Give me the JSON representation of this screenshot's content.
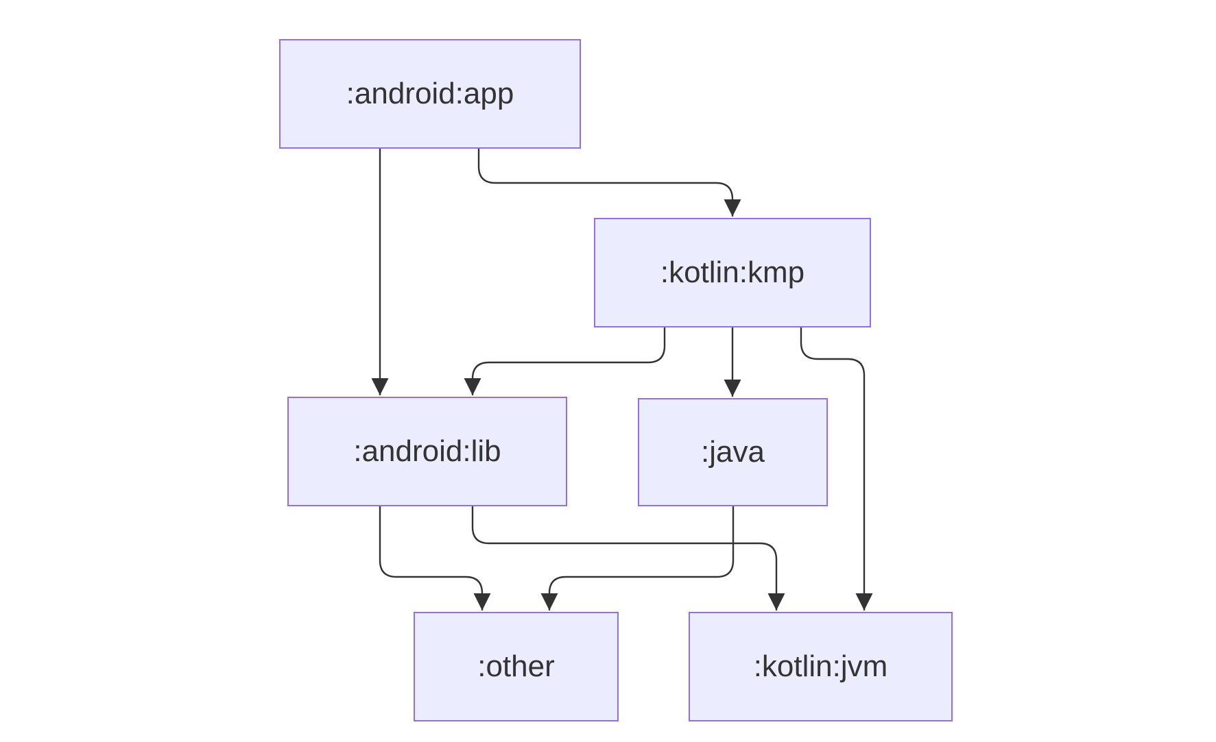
{
  "diagram": {
    "type": "flowchart",
    "direction": "top-down",
    "nodes": [
      {
        "id": "android-app",
        "label": ":android:app"
      },
      {
        "id": "kotlin-kmp",
        "label": ":kotlin:kmp"
      },
      {
        "id": "android-lib",
        "label": ":android:lib"
      },
      {
        "id": "java",
        "label": ":java"
      },
      {
        "id": "other",
        "label": ":other"
      },
      {
        "id": "kotlin-jvm",
        "label": ":kotlin:jvm"
      }
    ],
    "edges": [
      {
        "from": ":android:app",
        "to": ":android:lib"
      },
      {
        "from": ":android:app",
        "to": ":kotlin:kmp"
      },
      {
        "from": ":kotlin:kmp",
        "to": ":android:lib"
      },
      {
        "from": ":kotlin:kmp",
        "to": ":java"
      },
      {
        "from": ":kotlin:kmp",
        "to": ":kotlin:jvm"
      },
      {
        "from": ":android:lib",
        "to": ":other"
      },
      {
        "from": ":android:lib",
        "to": ":kotlin:jvm"
      },
      {
        "from": ":java",
        "to": ":other"
      }
    ],
    "colors": {
      "node_fill": "#ECECFF",
      "node_border": "#9370DB",
      "edge": "#333333",
      "text": "#333333",
      "background": "#FFFFFF"
    }
  }
}
